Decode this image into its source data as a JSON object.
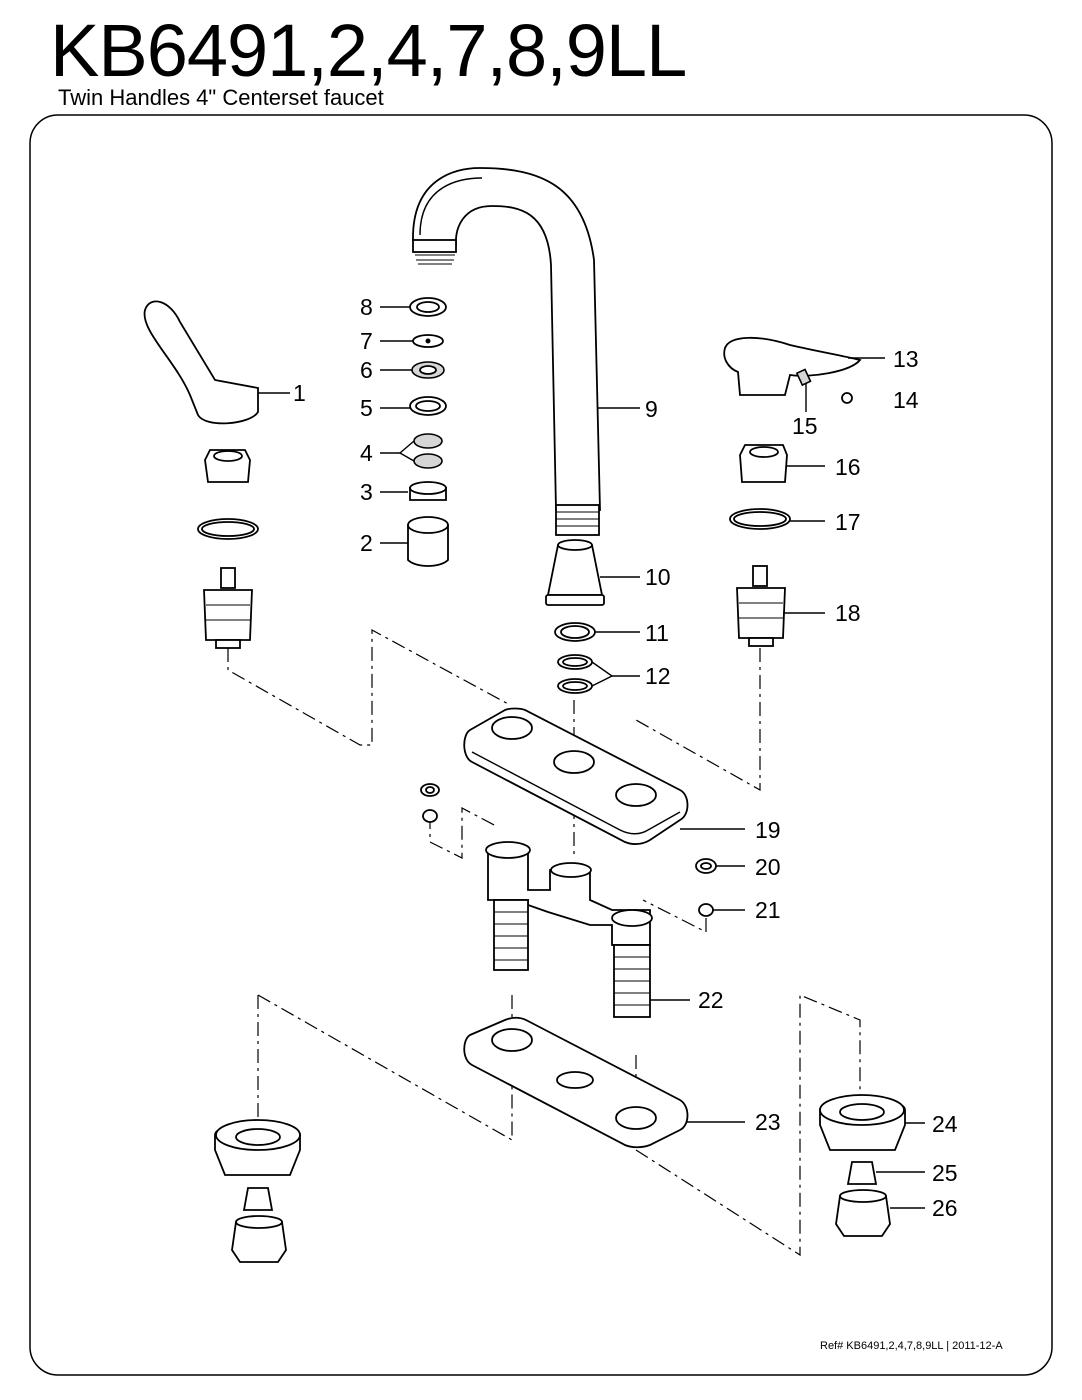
{
  "title": "KB6491,2,4,7,8,9LL",
  "subtitle": "Twin Handles 4\" Centerset faucet",
  "ref": "Ref# KB6491,2,4,7,8,9LL | 2011-12-A",
  "callouts": [
    "1",
    "2",
    "3",
    "4",
    "5",
    "6",
    "7",
    "8",
    "9",
    "10",
    "11",
    "12",
    "13",
    "14",
    "15",
    "16",
    "17",
    "18",
    "19",
    "20",
    "21",
    "22",
    "23",
    "24",
    "25",
    "26"
  ]
}
